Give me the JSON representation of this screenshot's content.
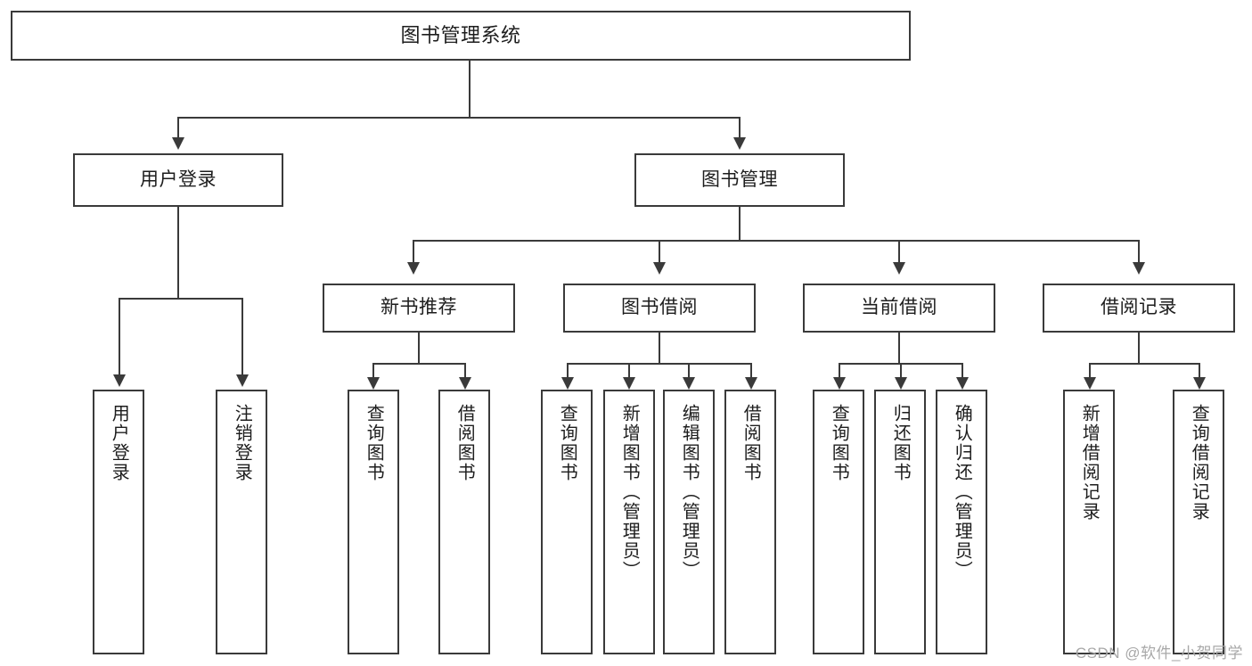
{
  "diagram": {
    "title": "图书管理系统",
    "type": "tree-hierarchy-diagram",
    "root": {
      "id": "root",
      "label": "图书管理系统"
    },
    "level2": [
      {
        "id": "user-login",
        "label": "用户登录"
      },
      {
        "id": "book-manage",
        "label": "图书管理"
      }
    ],
    "level3": [
      {
        "id": "new-book-recommend",
        "label": "新书推荐"
      },
      {
        "id": "book-borrow",
        "label": "图书借阅"
      },
      {
        "id": "current-borrow",
        "label": "当前借阅"
      },
      {
        "id": "borrow-record",
        "label": "借阅记录"
      }
    ],
    "leaves": {
      "user_login": [
        {
          "id": "leaf-user-login",
          "label": "用户登录"
        },
        {
          "id": "leaf-logout-login",
          "label": "注销登录"
        }
      ],
      "new_book_recommend": [
        {
          "id": "leaf-query-book-1",
          "label": "查询图书"
        },
        {
          "id": "leaf-borrow-book-1",
          "label": "借阅图书"
        }
      ],
      "book_borrow": [
        {
          "id": "leaf-query-book-2",
          "label": "查询图书"
        },
        {
          "id": "leaf-add-book",
          "label": "新增图书（管理员）"
        },
        {
          "id": "leaf-edit-book",
          "label": "编辑图书（管理员）"
        },
        {
          "id": "leaf-borrow-book-2",
          "label": "借阅图书"
        }
      ],
      "current_borrow": [
        {
          "id": "leaf-query-book-3",
          "label": "查询图书"
        },
        {
          "id": "leaf-return-book",
          "label": "归还图书"
        },
        {
          "id": "leaf-confirm-return",
          "label": "确认归还（管理员）"
        }
      ],
      "borrow_record": [
        {
          "id": "leaf-add-record",
          "label": "新增借阅记录"
        },
        {
          "id": "leaf-query-record",
          "label": "查询借阅记录"
        }
      ]
    }
  },
  "watermark": {
    "text": "CSDN @软件_小贺同学"
  },
  "colors": {
    "stroke": "#3a3a3a",
    "text": "#1d1d1d",
    "background": "#ffffff",
    "watermark": "#a8a8a8"
  }
}
